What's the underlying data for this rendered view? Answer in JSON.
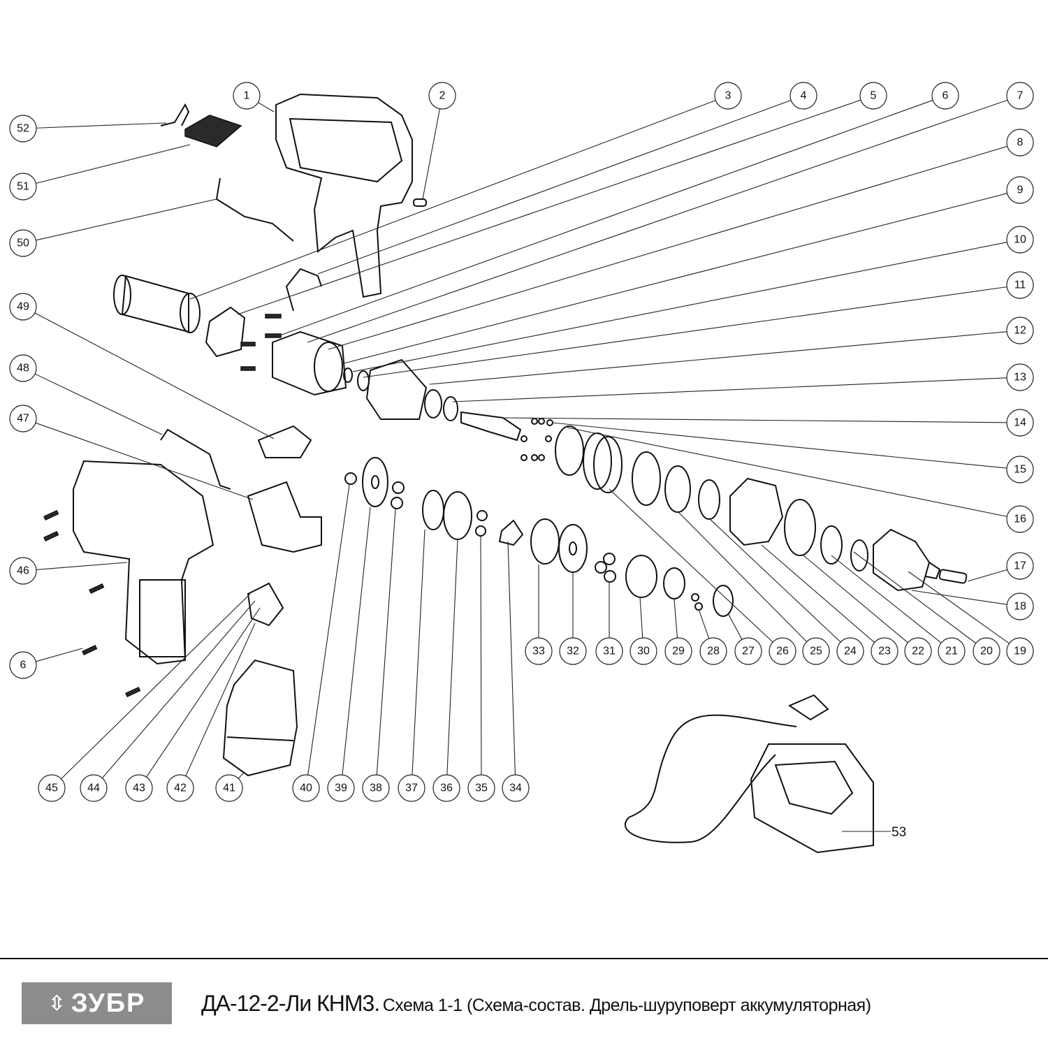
{
  "diagram": {
    "callouts": [
      "1",
      "2",
      "3",
      "4",
      "5",
      "6",
      "7",
      "8",
      "9",
      "10",
      "11",
      "12",
      "13",
      "14",
      "15",
      "16",
      "17",
      "18",
      "19",
      "20",
      "21",
      "22",
      "23",
      "24",
      "25",
      "26",
      "27",
      "28",
      "29",
      "30",
      "31",
      "32",
      "33",
      "34",
      "35",
      "36",
      "37",
      "38",
      "39",
      "40",
      "41",
      "42",
      "43",
      "44",
      "45",
      "46",
      "47",
      "48",
      "49",
      "50",
      "51",
      "52",
      "6b"
    ],
    "callout_labels": {
      "6b": "6"
    },
    "charger_label": "53"
  },
  "footer": {
    "brand": "ЗУБР",
    "model": "ДА-12-2-Ли КНМ3.",
    "description": "Схема 1-1 (Схема-состав. Дрель-шуруповерт аккумуляторная)"
  }
}
